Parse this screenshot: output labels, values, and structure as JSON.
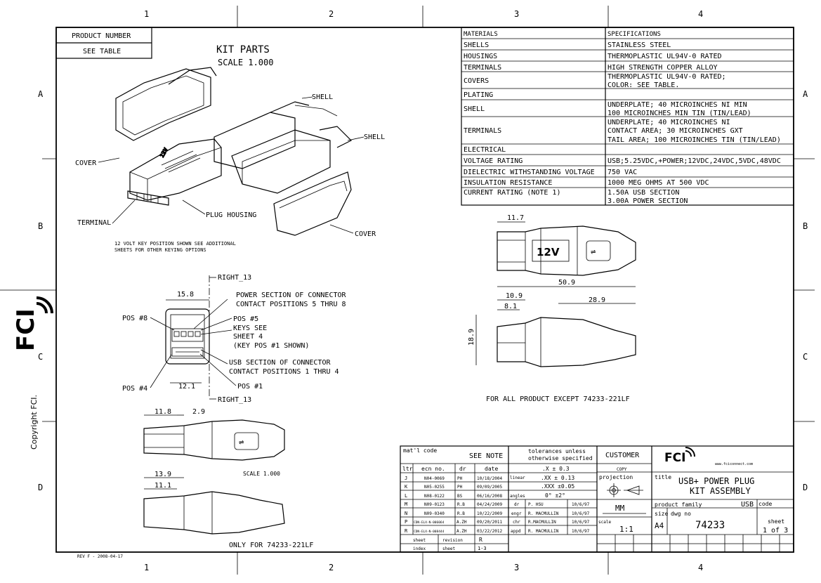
{
  "zones": {
    "cols": [
      "1",
      "2",
      "3",
      "4"
    ],
    "rows": [
      "A",
      "B",
      "C",
      "D"
    ]
  },
  "product_box": {
    "label": "PRODUCT NUMBER",
    "value": "SEE TABLE"
  },
  "kit": {
    "title": "KIT PARTS",
    "scale": "SCALE  1.000"
  },
  "callouts": {
    "shell1": "SHELL",
    "shell2": "SHELL",
    "cover1": "COVER",
    "cover2": "COVER",
    "terminal": "TERMINAL",
    "plug_housing": "PLUG HOUSING",
    "key_note_1": "12 VOLT KEY POSITION SHOWN SEE ADDITIONAL",
    "key_note_2": "SHEETS FOR OTHER KEYING OPTIONS"
  },
  "front_view": {
    "right_top": "RIGHT_13",
    "right_bottom": "RIGHT_13",
    "dim_width": "15.8",
    "dim_usb": "12.1",
    "pos8": "POS #8",
    "pos4": "POS #4",
    "pos5": "POS #5",
    "pos1": "POS #1",
    "power_1": "POWER SECTION OF CONNECTOR",
    "power_2": "CONTACT POSITIONS 5 THRU 8",
    "keys_1": "KEYS SEE",
    "keys_2": "SHEET 4",
    "keys_3": "(KEY POS #1 SHOWN)",
    "usb_1": "USB SECTION OF CONNECTOR",
    "usb_2": "CONTACT POSITIONS 1 THRU 4"
  },
  "small_views": {
    "dim_a": "11.8",
    "dim_b": "2.9",
    "scale": "SCALE  1.000",
    "dim_c": "13.9",
    "dim_d": "11.1",
    "only_note": "ONLY FOR 74233-221LF"
  },
  "right_views": {
    "dim_117": "11.7",
    "plug_label": "12V",
    "dim_total": "50.9",
    "dim_109": "10.9",
    "dim_81": "8.1",
    "dim_289": "28.9",
    "dim_189": "18.9",
    "note": "FOR ALL PRODUCT EXCEPT 74233-221LF"
  },
  "spec_table": {
    "headers": [
      "MATERIALS",
      "SPECIFICATIONS"
    ],
    "rows": [
      {
        "a": "SHELLS",
        "b": [
          "STAINLESS STEEL"
        ]
      },
      {
        "a": "HOUSINGS",
        "b": [
          "THERMOPLASTIC UL94V-0 RATED"
        ]
      },
      {
        "a": "TERMINALS",
        "b": [
          "HIGH STRENGTH COPPER ALLOY"
        ]
      },
      {
        "a": "COVERS",
        "b": [
          "THERMOPLASTIC UL94V-0 RATED;",
          "COLOR: SEE TABLE."
        ]
      },
      {
        "a": "PLATING",
        "b": [
          ""
        ]
      },
      {
        "a": "SHELL",
        "b": [
          "UNDERPLATE; 40 MICROINCHES NI MIN",
          "100 MICROINCHES MIN TIN (TIN/LEAD)"
        ]
      },
      {
        "a": "TERMINALS",
        "b": [
          "UNDERPLATE; 40 MICROINCHES NI",
          "CONTACT AREA; 30 MICROINCHES GXT",
          "TAIL AREA; 100 MICROINCHES TIN (TIN/LEAD)"
        ]
      },
      {
        "a": "ELECTRICAL",
        "b": [
          ""
        ]
      },
      {
        "a": "VOLTAGE RATING",
        "b": [
          "USB;5.25VDC,+POWER;12VDC,24VDC,5VDC,48VDC"
        ]
      },
      {
        "a": "DIELECTRIC WITHSTANDING VOLTAGE",
        "b": [
          "750 VAC"
        ]
      },
      {
        "a": "INSULATION RESISTANCE",
        "b": [
          "1000 MEG OHMS AT 500 VDC"
        ]
      },
      {
        "a": "CURRENT RATING (NOTE 1)",
        "b": [
          "1.50A USB SECTION",
          "3.00A POWER SECTION"
        ]
      }
    ]
  },
  "side_text": {
    "copyright": "Copyright FCI.",
    "logo": "FCI"
  },
  "rev_tag": "REV F - 2008-04-17",
  "title_block": {
    "matl_label": "mat'l code",
    "matl_value": "SEE NOTE",
    "tol_1": "tolerances unless",
    "tol_2": "otherwise specified",
    "rev_headers": [
      "ltr",
      "ecn no.",
      "dr",
      "date"
    ],
    "revisions": [
      {
        "ltr": "J",
        "ecn": "N04-0069",
        "dr": "PH",
        "date": "10/18/2004"
      },
      {
        "ltr": "K",
        "ecn": "N05-0255",
        "dr": "PH",
        "date": "09/09/2005"
      },
      {
        "ltr": "L",
        "ecn": "N08-0122",
        "dr": "BS",
        "date": "06/16/2008"
      },
      {
        "ltr": "M",
        "ecn": "N09-0123",
        "dr": "R.B",
        "date": "04/24/2009"
      },
      {
        "ltr": "N",
        "ecn": "N09-0340",
        "dr": "R.B",
        "date": "10/22/2009"
      },
      {
        "ltr": "P",
        "ecn": "CDN-ELX-N-006064",
        "dr": "A.ZH",
        "date": "09/20/2011"
      },
      {
        "ltr": "R",
        "ecn": "CDN-ELX-N-008444",
        "dr": "A.ZH",
        "date": "03/22/2012"
      }
    ],
    "tol_rows": [
      {
        "k": "",
        "v": ".X  ± 0.3"
      },
      {
        "k": "linear",
        "v": ".XX  ± 0.13"
      },
      {
        "k": "",
        "v": ".XXX  ±0.05"
      },
      {
        "k": "angles",
        "v": "0°  ±2°"
      }
    ],
    "sign_rows": [
      {
        "k": "dr",
        "n": "P. HSU",
        "d": "10/6/97"
      },
      {
        "k": "engr",
        "n": "R. MACMULLIN",
        "d": "10/6/97"
      },
      {
        "k": "chr",
        "n": "R.MACMULLIN",
        "d": "10/6/97"
      },
      {
        "k": "appd",
        "n": "R. MACMULLIN",
        "d": "10/6/97"
      }
    ],
    "sheet_lbl": "sheet",
    "revision_lbl": "revision",
    "rev_value": "R",
    "index_lbl": "index",
    "sheet_lbl2": "sheet",
    "sheet_range": "1-3",
    "customer": "CUSTOMER",
    "copy": "COPY",
    "projection": "projection",
    "units": "MM",
    "scale_lbl": "scale",
    "scale_val": "1:1",
    "logo": "FCI",
    "website": "www.fciconnect.com",
    "title_lbl": "title",
    "title_1": "USB+ POWER PLUG",
    "title_2": "KIT ASSEMBLY",
    "pf_lbl": "product family",
    "pf_val": "USB",
    "code_lbl": "code",
    "size_lbl": "size",
    "size_val": "A4",
    "dwg_lbl": "dwg no",
    "dwg_val": "74233",
    "sheet_of_lbl": "sheet",
    "sheet_of": "1 of 3"
  }
}
